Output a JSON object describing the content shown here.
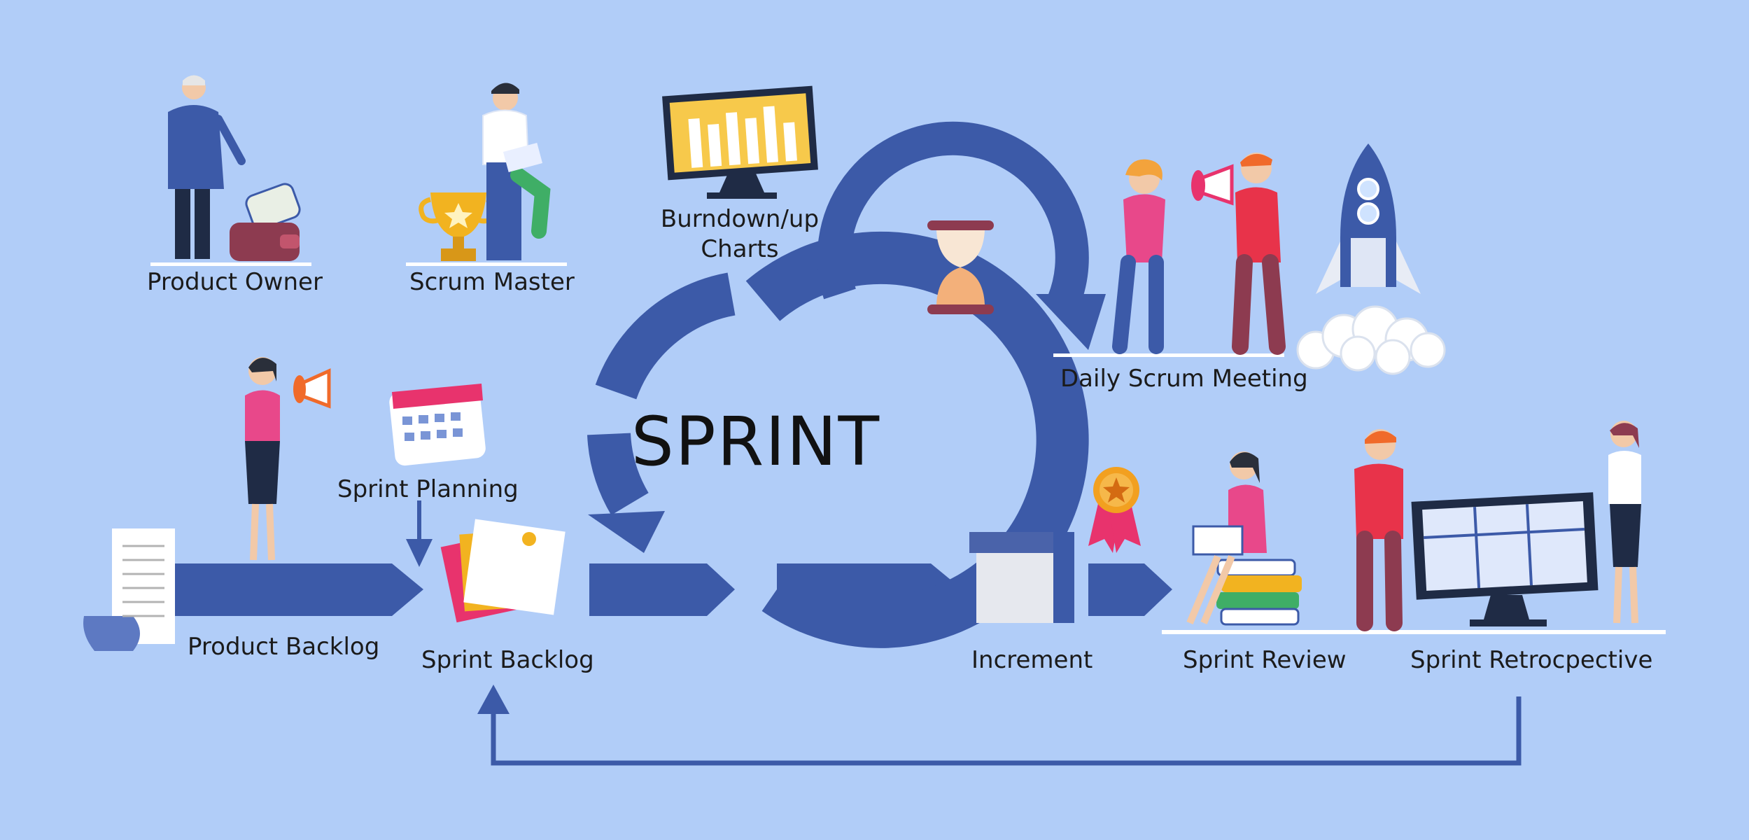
{
  "center": {
    "title": "SPRINT"
  },
  "labels": {
    "product_owner": "Product Owner",
    "scrum_master": "Scrum Master",
    "burndown": [
      "Burndown/up",
      "Charts"
    ],
    "daily_scrum": "Daily Scrum Meeting",
    "sprint_planning": "Sprint Planning",
    "product_backlog": "Product Backlog",
    "sprint_backlog": "Sprint Backlog",
    "increment": "Increment",
    "sprint_review": "Sprint Review",
    "sprint_retro": "Sprint Retrocpective"
  },
  "colors": {
    "background": "#b1cdf8",
    "flow_blue": "#3c5aa8",
    "accent_pink": "#e8336d",
    "accent_gold": "#f2b320"
  },
  "icons": [
    "calendar-icon",
    "hourglass-icon",
    "rocket-icon",
    "trophy-icon",
    "award-ribbon-icon",
    "megaphone-icon",
    "monitor-chart-icon",
    "wallet-icon",
    "scroll-icon",
    "sticky-notes-icon",
    "box-icon",
    "books-icon"
  ]
}
